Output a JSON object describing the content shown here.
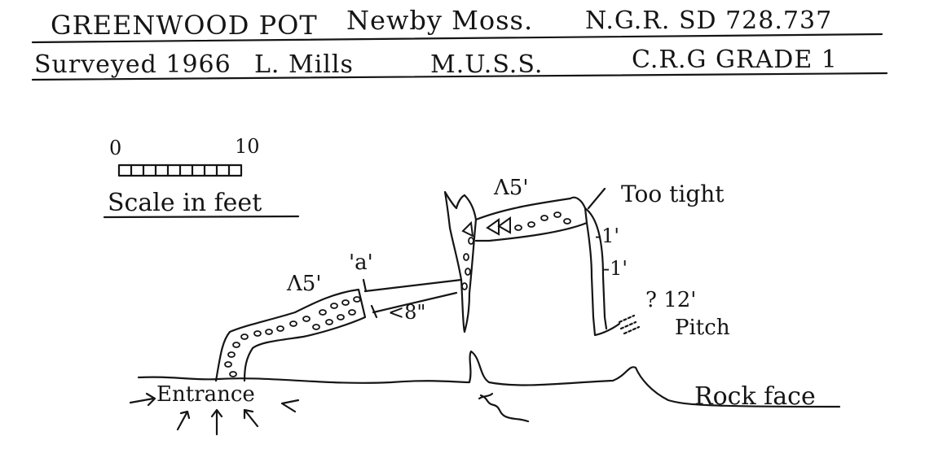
{
  "header": {
    "name": "GREENWOOD POT",
    "location": "Newby Moss.",
    "ngr": "N.G.R. SD 728.737",
    "surveyed": "Surveyed 1966",
    "surveyor": "L. Mills",
    "club": "M.U.S.S.",
    "grade": "C.R.G GRADE 1"
  },
  "scale": {
    "zero": "0",
    "ten": "10",
    "caption": "Scale in feet"
  },
  "labels": {
    "entrance": "Entrance",
    "rock_face": "Rock face",
    "too_tight": "Too tight",
    "pitch_depth": "? 12'",
    "pitch_word": "Pitch",
    "height_a": "Λ5'",
    "marker_a": "'a'",
    "passage_width": "<8\"",
    "height_upper": "Λ5'",
    "gap_1a": "-1'",
    "gap_1b": "-1'"
  }
}
